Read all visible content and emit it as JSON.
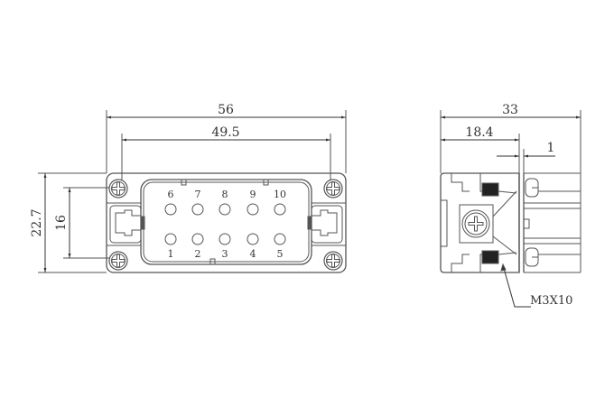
{
  "front_view": {
    "dim_width_outer": "56",
    "dim_width_screws": "49.5",
    "dim_height_outer": "22.7",
    "dim_height_screws": "16",
    "pins_top": [
      "6",
      "7",
      "8",
      "9",
      "10"
    ],
    "pins_bottom": [
      "1",
      "2",
      "3",
      "4",
      "5"
    ]
  },
  "side_view": {
    "dim_total": "33",
    "dim_body": "18.4",
    "dim_flange": "1",
    "screw_callout": "M3X10"
  },
  "colors": {
    "line": "#555555",
    "fill": "#ffffff"
  }
}
